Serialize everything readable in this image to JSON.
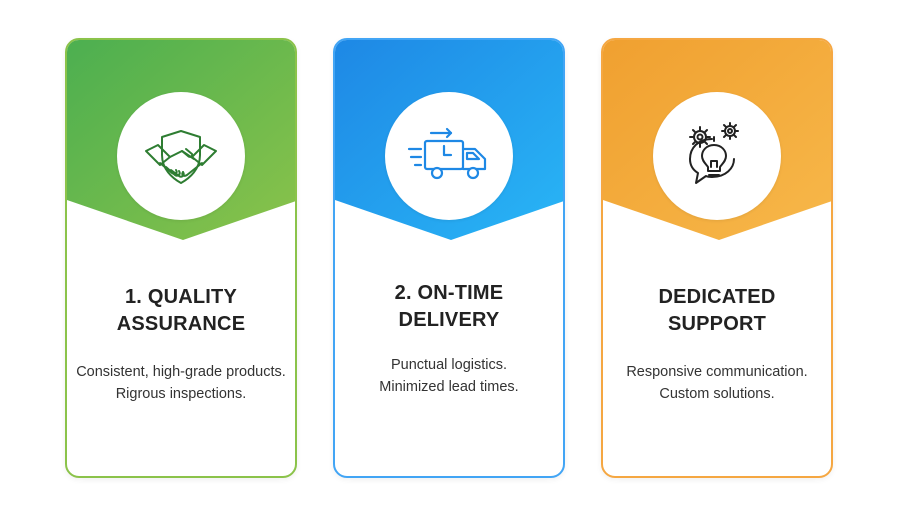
{
  "cards": [
    {
      "icon": "handshake-shield-icon",
      "color_start": "#4caf50",
      "color_end": "#8bc34a",
      "border": "#8bc34a",
      "title_lines": [
        "1. QUALITY",
        "ASSURANCE"
      ],
      "desc_lines": [
        "Consistent, high-grade products.",
        "Rigrous inspections."
      ]
    },
    {
      "icon": "delivery-truck-clock-icon",
      "color_start": "#1e88e5",
      "color_end": "#29b6f6",
      "border": "#42a5f5",
      "title_lines": [
        "2. ON-TIME",
        "DELIVERY"
      ],
      "desc_lines": [
        "Punctual logistics.",
        "Minimized lead times."
      ]
    },
    {
      "icon": "lightbulb-gears-chat-icon",
      "color_start": "#f0a030",
      "color_end": "#f7b84a",
      "border": "#f5a742",
      "title_lines": [
        "DEDICATED",
        "SUPPORT"
      ],
      "desc_lines": [
        "Responsive communication.",
        "Custom solutions."
      ]
    }
  ]
}
